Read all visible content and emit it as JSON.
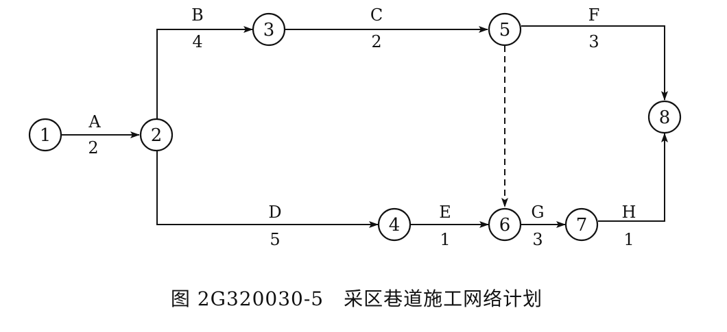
{
  "diagram": {
    "nodes": [
      {
        "id": "1",
        "label": "1"
      },
      {
        "id": "2",
        "label": "2"
      },
      {
        "id": "3",
        "label": "3"
      },
      {
        "id": "4",
        "label": "4"
      },
      {
        "id": "5",
        "label": "5"
      },
      {
        "id": "6",
        "label": "6"
      },
      {
        "id": "7",
        "label": "7"
      },
      {
        "id": "8",
        "label": "8"
      }
    ],
    "activities": [
      {
        "name": "A",
        "duration": "2",
        "from": "1",
        "to": "2"
      },
      {
        "name": "B",
        "duration": "4",
        "from": "2",
        "to": "3"
      },
      {
        "name": "C",
        "duration": "2",
        "from": "3",
        "to": "5"
      },
      {
        "name": "F",
        "duration": "3",
        "from": "5",
        "to": "8"
      },
      {
        "name": "D",
        "duration": "5",
        "from": "2",
        "to": "4"
      },
      {
        "name": "E",
        "duration": "1",
        "from": "4",
        "to": "6"
      },
      {
        "name": "G",
        "duration": "3",
        "from": "6",
        "to": "7"
      },
      {
        "name": "H",
        "duration": "1",
        "from": "7",
        "to": "8"
      }
    ],
    "dummies": [
      {
        "from": "5",
        "to": "6"
      }
    ],
    "caption": "图 2G320030-5　采区巷道施工网络计划"
  }
}
